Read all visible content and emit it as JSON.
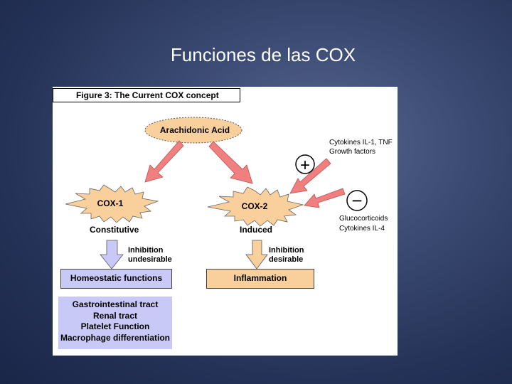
{
  "slide": {
    "title": "Funciones de las COX"
  },
  "figure": {
    "caption": "Figure 3: The Current COX concept",
    "arachidonic_acid": "Arachidonic Acid",
    "cox1": {
      "name": "COX-1",
      "type": "Constitutive",
      "inhibition_line1": "Inhibition",
      "inhibition_line2": "undesirable"
    },
    "cox2": {
      "name": "COX-2",
      "type": "Induced",
      "inhibition_line1": "Inhibition",
      "inhibition_line2": "desirable"
    },
    "inducers": {
      "line1": "Cytokines IL-1, TNF",
      "line2": "Growth factors",
      "sign": "+"
    },
    "suppressors": {
      "line1": "Glucocorticoids",
      "line2": "Cytokines IL-4",
      "sign": "−"
    },
    "outcomes": {
      "homeostatic": "Homeostatic functions",
      "inflammation": "Inflammation"
    },
    "homeostatic_list": [
      "Gastrointestinal tract",
      "Renal tract",
      "Platelet Function",
      "Macrophage differentiation"
    ],
    "colors": {
      "orange_fill": "#f9cf9c",
      "blue_fill": "#c9c9f7",
      "arrow_red": "#f08080",
      "background": "#2a3860"
    }
  }
}
